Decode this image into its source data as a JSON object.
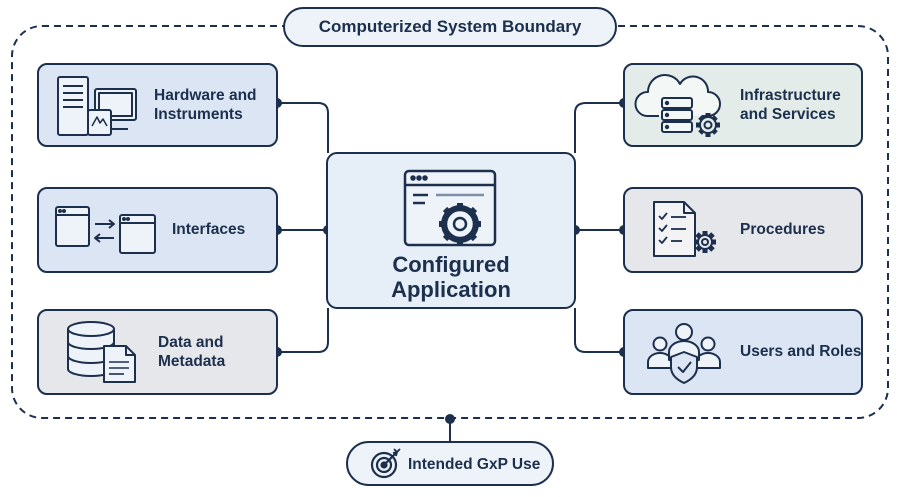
{
  "boundary": {
    "title": "Computerized System Boundary"
  },
  "center": {
    "label": "Configured\nApplication"
  },
  "left_components": [
    {
      "id": "hardware",
      "label": "Hardware and\nInstruments",
      "icon": "workstation-icon"
    },
    {
      "id": "interfaces",
      "label": "Interfaces",
      "icon": "window-exchange-icon"
    },
    {
      "id": "data",
      "label": "Data and\nMetadata",
      "icon": "database-document-icon"
    }
  ],
  "right_components": [
    {
      "id": "infrastructure",
      "label": "Infrastructure\nand Services",
      "icon": "cloud-server-gear-icon"
    },
    {
      "id": "procedures",
      "label": "Procedures",
      "icon": "checklist-gear-icon"
    },
    {
      "id": "users",
      "label": "Users and Roles",
      "icon": "users-shield-icon"
    }
  ],
  "intended_use": {
    "label": "Intended GxP Use",
    "icon": "target-arrow-icon"
  },
  "colors": {
    "navy": "#1c2f4d",
    "blue_fill": "#dbe5f3",
    "center_fill": "#e6eef8",
    "grey_fill": "#e6e7ea",
    "green_fill": "#e3ece8",
    "pale_fill": "#eef3fa"
  }
}
